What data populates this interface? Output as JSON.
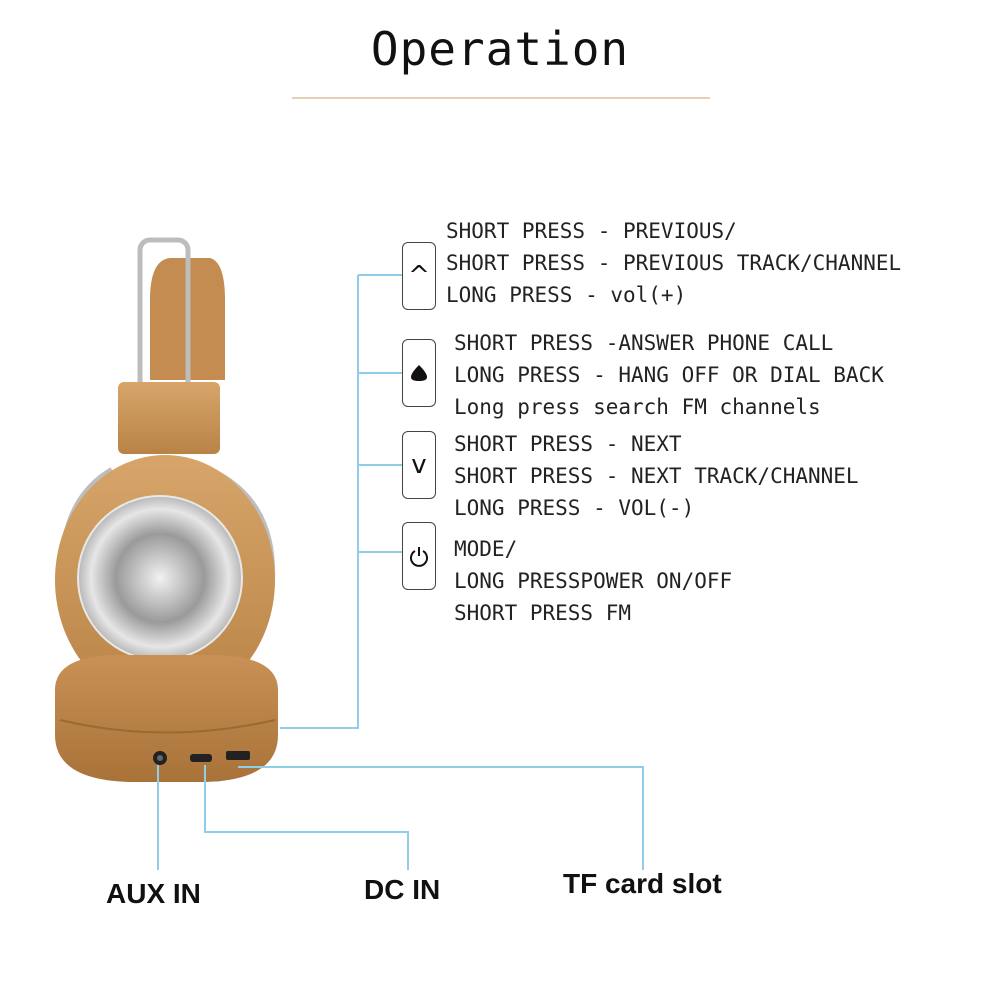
{
  "title": "Operation",
  "buttons": [
    {
      "icon": "chevron-up-icon",
      "glyph": "^",
      "lines": [
        "SHORT PRESS - PREVIOUS/",
        "SHORT PRESS - PREVIOUS TRACK/CHANNEL",
        "LONG PRESS - vol(+)"
      ]
    },
    {
      "icon": "phone-dot-icon",
      "glyph": "",
      "lines": [
        "SHORT PRESS -ANSWER PHONE CALL",
        "LONG PRESS - HANG OFF OR DIAL BACK",
        "Long press search FM channels"
      ]
    },
    {
      "icon": "chevron-down-icon",
      "glyph": "v",
      "lines": [
        "SHORT PRESS - NEXT",
        "SHORT PRESS - NEXT TRACK/CHANNEL",
        "LONG PRESS - VOL(-)"
      ]
    },
    {
      "icon": "power-icon",
      "glyph": "",
      "lines": [
        "MODE/",
        "LONG PRESSPOWER ON/OFF",
        "SHORT PRESS FM"
      ]
    }
  ],
  "ports": {
    "aux": "AUX IN",
    "dc": "DC IN",
    "tf": "TF card slot"
  },
  "colors": {
    "leader_line": "#8fcde8",
    "cup": "#cf9a5c",
    "cup_dark": "#b8844a",
    "metal": "#c8c8c8"
  }
}
